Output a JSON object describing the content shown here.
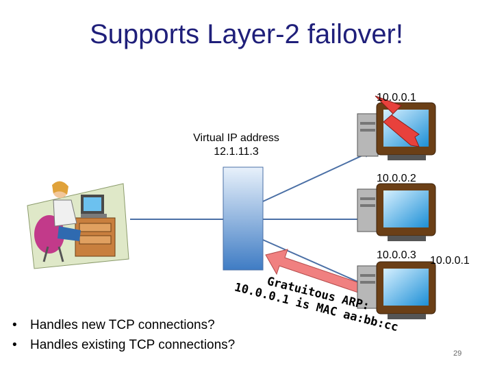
{
  "title": "Supports Layer-2 failover!",
  "servers": [
    {
      "ip": "10.0.0.1"
    },
    {
      "ip": "10.0.0.2"
    },
    {
      "ip": "10.0.0.3"
    }
  ],
  "new_ip_label": "10.0.0.1",
  "virtual_ip": {
    "line1": "Virtual IP address",
    "line2": "12.1.11.3"
  },
  "gratuitous_arp": {
    "line1": "Gratuitous ARP:",
    "line2": "10.0.0.1 is MAC aa:bb:cc"
  },
  "bullets": [
    "Handles new TCP connections?",
    "Handles existing TCP connections?"
  ],
  "page_number": "29",
  "colors": {
    "title": "#1f1f7a",
    "balancer": "#4f86c6",
    "arrow": "#4a6fa5",
    "failure_bolt": "#e8413c",
    "arp_arrow": "#f08080"
  }
}
